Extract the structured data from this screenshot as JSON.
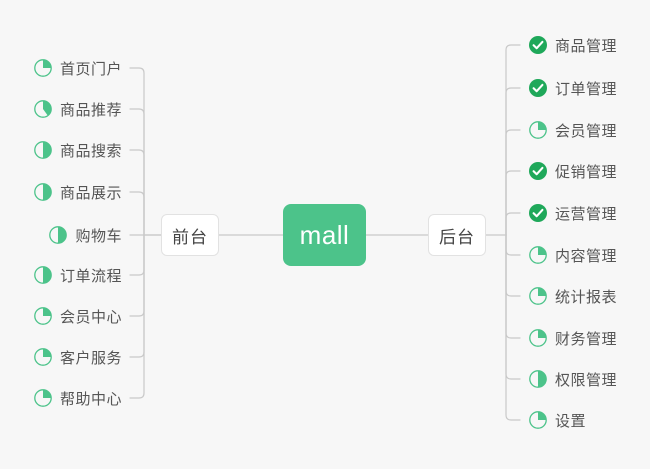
{
  "diagram": {
    "title": "mall",
    "type": "mind-map",
    "background_color": "#f7f7f7",
    "center": {
      "label": "mall",
      "color": "#4cc38a",
      "text_color": "#ffffff"
    },
    "colors": {
      "accent_green": "#4cc38a",
      "done_green": "#1fa85a",
      "pie_ring": "#4cc38a",
      "line": "#c9c9c9",
      "text": "#555555",
      "box_border": "#e2e2e2",
      "box_fill": "#ffffff"
    },
    "branches": [
      {
        "id": "frontend",
        "label": "前台",
        "side": "left",
        "items": [
          {
            "label": "首页门户",
            "icon": "pie-progress-icon",
            "progress": 25,
            "status": "in-progress"
          },
          {
            "label": "商品推荐",
            "icon": "pie-progress-icon",
            "progress": 40,
            "status": "in-progress"
          },
          {
            "label": "商品搜索",
            "icon": "pie-progress-icon",
            "progress": 50,
            "status": "in-progress"
          },
          {
            "label": "商品展示",
            "icon": "pie-progress-icon",
            "progress": 50,
            "status": "in-progress"
          },
          {
            "label": "购物车",
            "icon": "pie-progress-icon",
            "progress": 50,
            "status": "in-progress"
          },
          {
            "label": "订单流程",
            "icon": "pie-progress-icon",
            "progress": 50,
            "status": "in-progress"
          },
          {
            "label": "会员中心",
            "icon": "pie-progress-icon",
            "progress": 25,
            "status": "in-progress"
          },
          {
            "label": "客户服务",
            "icon": "pie-progress-icon",
            "progress": 25,
            "status": "in-progress"
          },
          {
            "label": "帮助中心",
            "icon": "pie-progress-icon",
            "progress": 25,
            "status": "in-progress"
          }
        ]
      },
      {
        "id": "backend",
        "label": "后台",
        "side": "right",
        "items": [
          {
            "label": "商品管理",
            "icon": "check-circle-icon",
            "progress": 100,
            "status": "done"
          },
          {
            "label": "订单管理",
            "icon": "check-circle-icon",
            "progress": 100,
            "status": "done"
          },
          {
            "label": "会员管理",
            "icon": "pie-progress-icon",
            "progress": 25,
            "status": "in-progress"
          },
          {
            "label": "促销管理",
            "icon": "check-circle-icon",
            "progress": 100,
            "status": "done"
          },
          {
            "label": "运营管理",
            "icon": "check-circle-icon",
            "progress": 100,
            "status": "done"
          },
          {
            "label": "内容管理",
            "icon": "pie-progress-icon",
            "progress": 25,
            "status": "in-progress"
          },
          {
            "label": "统计报表",
            "icon": "pie-progress-icon",
            "progress": 25,
            "status": "in-progress"
          },
          {
            "label": "财务管理",
            "icon": "pie-progress-icon",
            "progress": 25,
            "status": "in-progress"
          },
          {
            "label": "权限管理",
            "icon": "pie-progress-icon",
            "progress": 50,
            "status": "in-progress"
          },
          {
            "label": "设置",
            "icon": "pie-progress-icon",
            "progress": 25,
            "status": "in-progress"
          }
        ]
      }
    ]
  }
}
